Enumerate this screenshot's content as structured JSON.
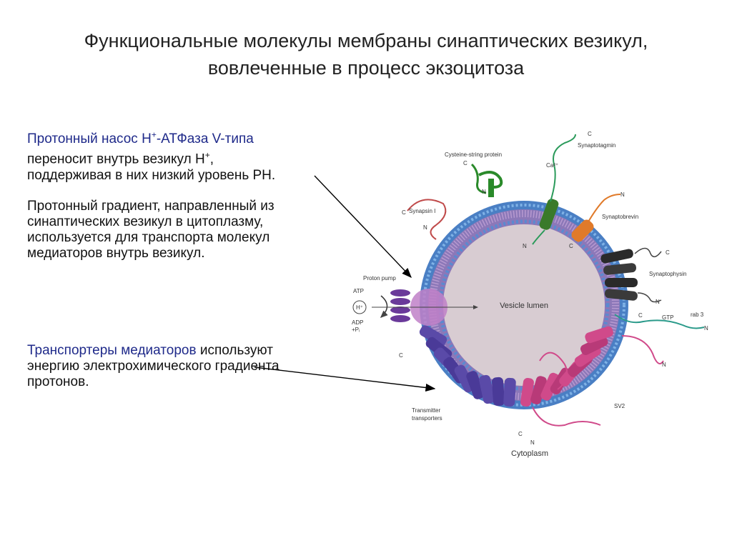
{
  "title": {
    "line1": "Функциональные молекулы мембраны синаптических везикул,",
    "line2": "вовлеченные в процесс экзоцитоза"
  },
  "text": {
    "pump_heading": "Протонный насос Н",
    "pump_heading_sup": "+",
    "pump_heading_tail": "-АТФаза V-типа",
    "pump_line2": "переносит внутрь везикул Н",
    "pump_line2_sup": "+",
    "pump_line2_tail": ",",
    "pump_line3": "поддерживая в них низкий уровень РН.",
    "gradient_line1": "Протонный градиент, направленный из",
    "gradient_line2": "синаптических везикул в цитоплазму,",
    "gradient_line3": "используется для транспорта молекул",
    "gradient_line4": "медиаторов внутрь везикул.",
    "transporters_heading": "Транспортеры медиаторов",
    "transporters_tail": " используют",
    "transporters_line2": "энергию электрохимического градиента",
    "transporters_line3": "протонов."
  },
  "diagram": {
    "vesicle_lumen": "Vesicle lumen",
    "cytoplasm": "Cytoplasm",
    "proton_pump": "Proton pump",
    "atp": "ATP",
    "h_plus": "H⁺",
    "adp": "ADP",
    "pi": "+Pᵢ",
    "cysteine_string_protein": "Cysteine-string protein",
    "synaptotagmin": "Synaptotagmin",
    "ca": "Ca²⁺",
    "synapsin": "Synapsin I",
    "synaptobrevin": "Synaptobrevin",
    "synaptophysin": "Synaptophysin",
    "rab3": "rab 3",
    "gtp": "GTP",
    "sv2": "SV2",
    "transmitter_transporters_1": "Transmitter",
    "transmitter_transporters_2": "transporters",
    "c": "C",
    "n": "N"
  },
  "colors": {
    "membrane_blue": "#4a7fc4",
    "lumen": "#d8ccd2",
    "synaptotagmin": "#3a7a2a",
    "synaptobrevin": "#e07a2a",
    "synaptophysin": "#2a2a2a",
    "transporter": "#5a4aa8",
    "sv2": "#d04a8a",
    "proton_pump": "#c080c8"
  }
}
